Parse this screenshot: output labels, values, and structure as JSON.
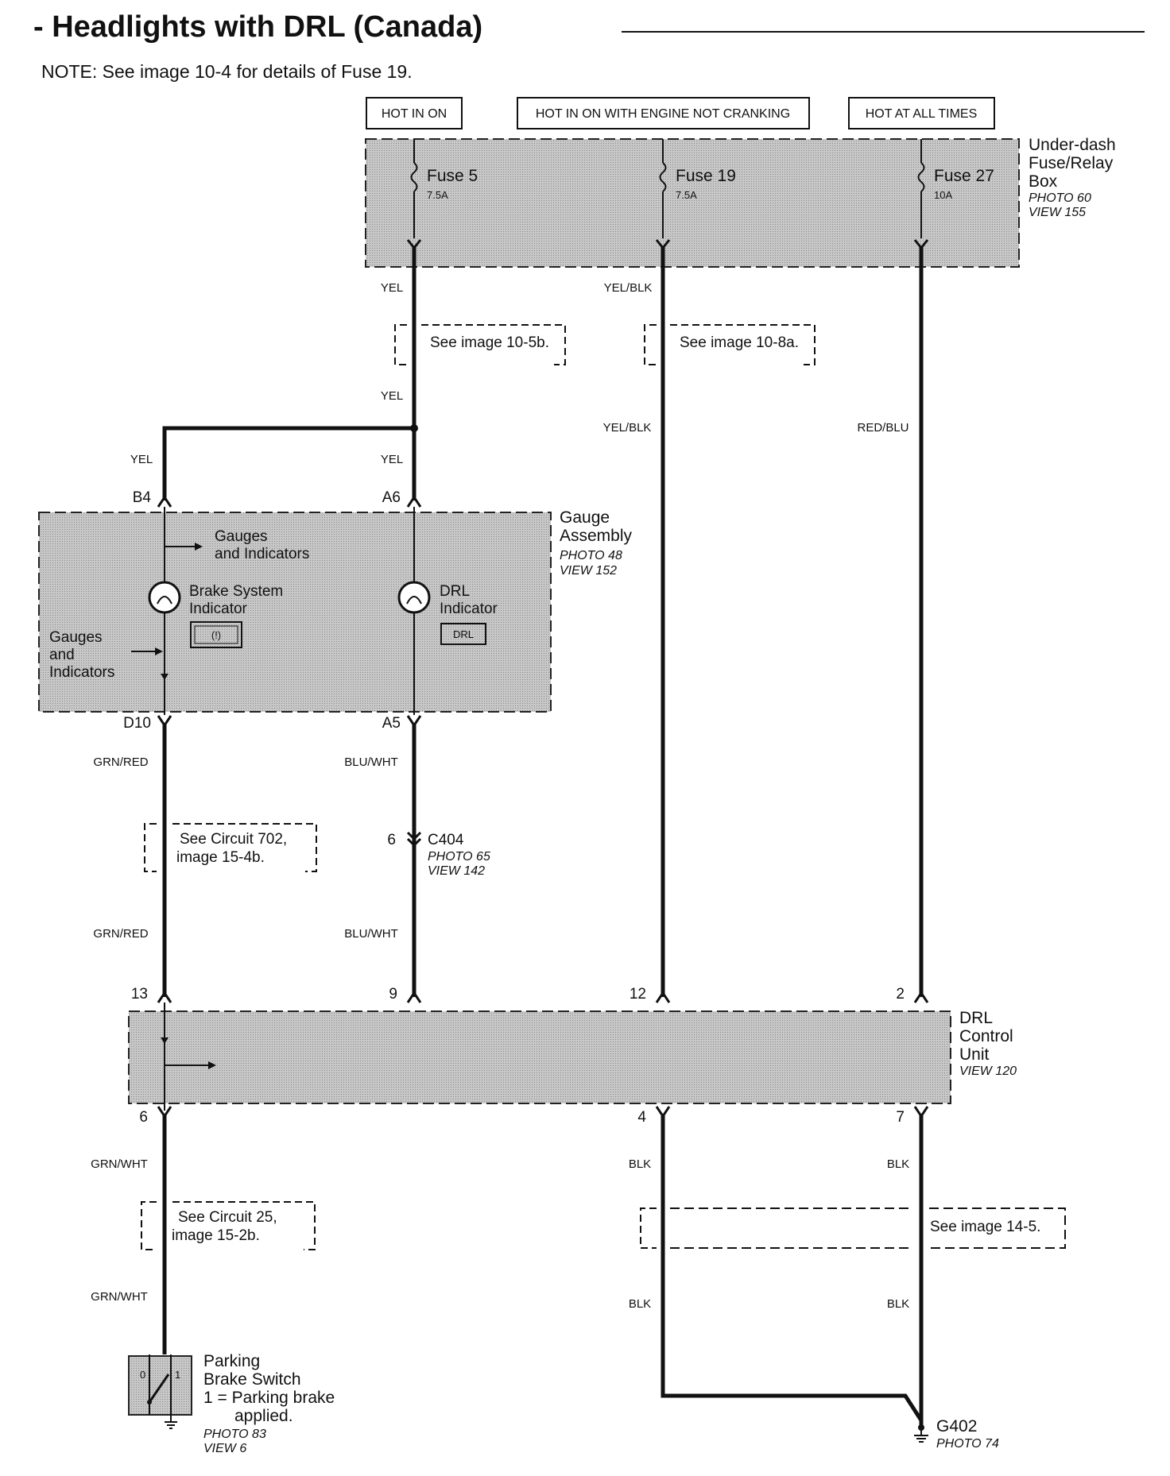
{
  "title": "- Headlights with DRL (Canada)",
  "note": "NOTE: See image 10-4 for details of Fuse 19.",
  "power_labels": [
    "HOT IN ON",
    "HOT IN ON WITH ENGINE NOT CRANKING",
    "HOT AT ALL TIMES"
  ],
  "fuse_box": {
    "name_lines": [
      "Under-dash",
      "Fuse/Relay",
      "Box"
    ],
    "photo": "PHOTO 60",
    "view": "VIEW 155",
    "fuses": [
      {
        "name": "Fuse 5",
        "rating": "7.5A"
      },
      {
        "name": "Fuse 19",
        "rating": "7.5A"
      },
      {
        "name": "Fuse 27",
        "rating": "10A"
      }
    ]
  },
  "wire_labels": {
    "yel_top": "YEL",
    "yel_blk_top": "YEL/BLK",
    "yel_mid": "YEL",
    "yel_blk_mid": "YEL/BLK",
    "red_blu": "RED/BLU",
    "yel_left": "YEL",
    "yel_right": "YEL",
    "grn_red_1": "GRN/RED",
    "blu_wht_1": "BLU/WHT",
    "grn_red_2": "GRN/RED",
    "blu_wht_2": "BLU/WHT",
    "grn_wht_1": "GRN/WHT",
    "grn_wht_2": "GRN/WHT",
    "blk_1": "BLK",
    "blk_2": "BLK",
    "blk_3": "BLK",
    "blk_4": "BLK"
  },
  "see_refs": {
    "img_10_5b": "See image 10-5b.",
    "img_10_8a": "See image 10-8a.",
    "circuit_702_l1": "See Circuit 702,",
    "circuit_702_l2": "image 15-4b.",
    "circuit_25_l1": "See Circuit 25,",
    "circuit_25_l2": "image 15-2b.",
    "img_14_5": "See image 14-5."
  },
  "gauge": {
    "name_lines": [
      "Gauge",
      "Assembly"
    ],
    "photo": "PHOTO 48",
    "view": "VIEW 152",
    "pins": {
      "b4": "B4",
      "a6": "A6",
      "d10": "D10",
      "a5": "A5"
    },
    "gauges_top": [
      "Gauges",
      "and Indicators"
    ],
    "gauges_left": [
      "Gauges",
      "and",
      "Indicators"
    ],
    "brake": [
      "Brake System",
      "Indicator"
    ],
    "drl": [
      "DRL",
      "Indicator"
    ],
    "drl_box": "DRL",
    "brake_symbol": "(!)"
  },
  "c404": {
    "pin": "6",
    "name": "C404",
    "photo": "PHOTO 65",
    "view": "VIEW 142"
  },
  "drl_unit": {
    "name_lines": [
      "DRL",
      "Control",
      "Unit"
    ],
    "view": "VIEW 120",
    "pins": {
      "p13": "13",
      "p9": "9",
      "p12": "12",
      "p2": "2",
      "p6": "6",
      "p4": "4",
      "p7": "7"
    }
  },
  "parking_switch": {
    "lines": [
      "Parking",
      "Brake Switch",
      "1 =  Parking brake",
      "applied."
    ],
    "photo": "PHOTO 83",
    "view": "VIEW 6",
    "pos0": "0",
    "pos1": "1"
  },
  "ground": {
    "name": "G402",
    "photo": "PHOTO 74"
  }
}
